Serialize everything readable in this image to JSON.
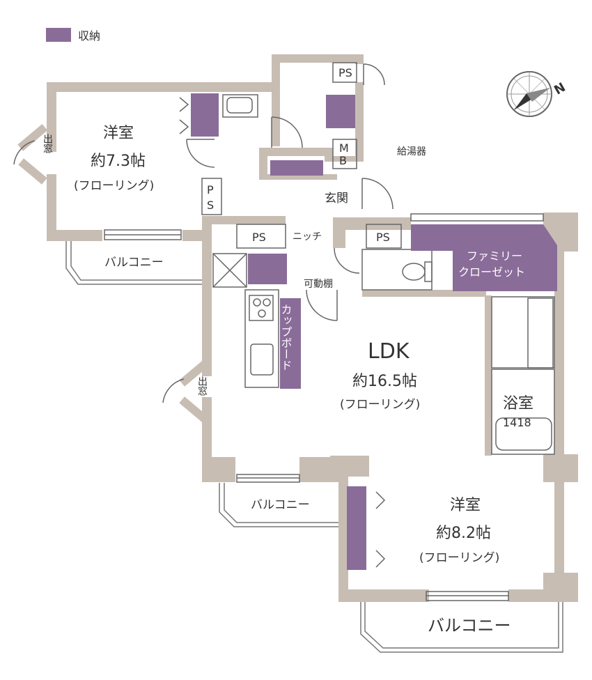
{
  "legend": {
    "label": "収納",
    "color": "#8a6c99"
  },
  "colors": {
    "wall": "#c8bdb3",
    "storage": "#8a6c99",
    "line": "#555555"
  },
  "rooms": {
    "western_1": {
      "name": "洋室",
      "size": "約7.3帖",
      "floor": "(フローリング)"
    },
    "ldk": {
      "name": "LDK",
      "size": "約16.5帖",
      "floor": "(フローリング)"
    },
    "western_2": {
      "name": "洋室",
      "size": "約8.2帖",
      "floor": "(フローリング)"
    },
    "bath": {
      "name": "浴室",
      "size": "1418"
    }
  },
  "labels": {
    "ps_top": "PS",
    "ps_left_1": "P",
    "ps_left_2": "S",
    "ps_mid": "PS",
    "ps_right": "PS",
    "mb_1": "M",
    "mb_2": "B",
    "water_heater": "給湯器",
    "entrance": "玄関",
    "niche": "ニッチ",
    "adjustable_shelf": "可動棚",
    "cupboard": "カップボード",
    "family_closet_1": "ファミリー",
    "family_closet_2": "クローゼット",
    "bay_window_1": "出窓",
    "bay_window_2": "出窓"
  },
  "balconies": {
    "b1": "バルコニー",
    "b2": "バルコニー",
    "b3": "バルコニー"
  },
  "compass": {
    "label": "N"
  }
}
